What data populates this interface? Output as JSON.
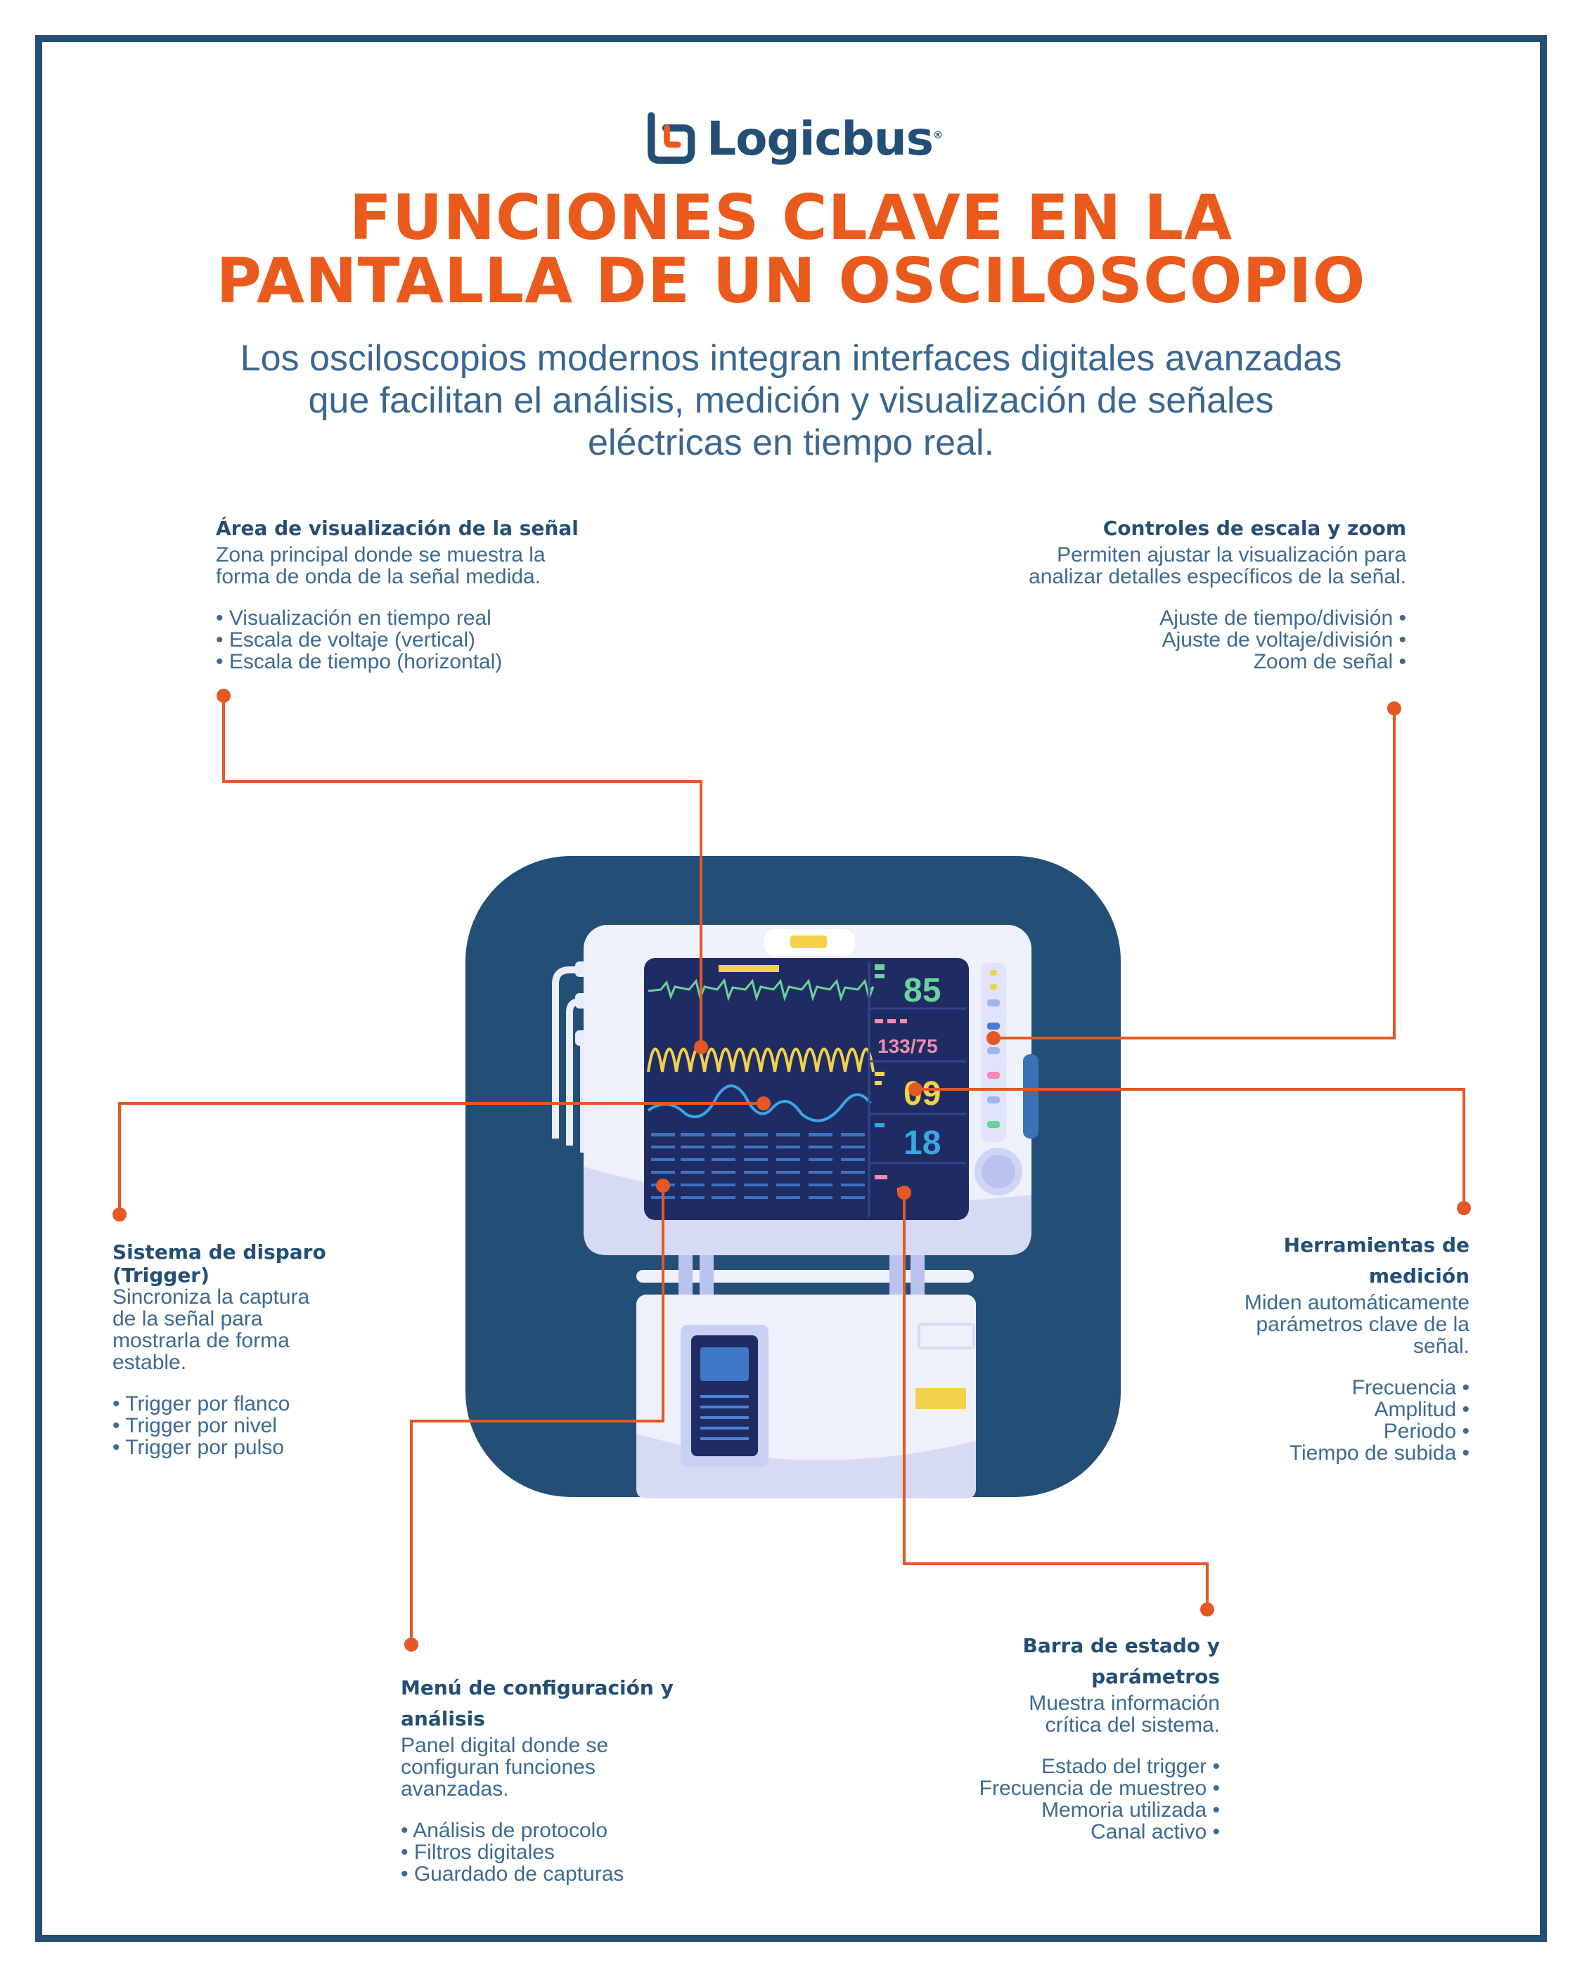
{
  "brand": {
    "name": "Logicbus",
    "mark": "®"
  },
  "title": {
    "line1": "FUNCIONES CLAVE EN LA",
    "line2": "PANTALLA DE UN OSCILOSCOPIO"
  },
  "subtitle": {
    "line1": "Los osciloscopios modernos integran interfaces digitales avanzadas",
    "line2": "que facilitan el análisis, medición y visualización de señales",
    "line3": "eléctricas en tiempo real."
  },
  "sections": {
    "signal_area": {
      "title": "Área de visualización de la señal",
      "desc": [
        "Zona principal donde se muestra la",
        "forma de onda de la señal medida."
      ],
      "items": [
        "Visualización en tiempo real",
        "Escala de voltaje (vertical)",
        "Escala de tiempo (horizontal)"
      ]
    },
    "scale_controls": {
      "title": "Controles de escala y zoom",
      "desc": [
        "Permiten ajustar la visualización para",
        "analizar detalles específicos de la señal."
      ],
      "items": [
        "Ajuste de tiempo/división",
        "Ajuste de voltaje/división",
        "Zoom de señal"
      ]
    },
    "trigger": {
      "title": [
        "Sistema de disparo",
        "(Trigger)"
      ],
      "desc": [
        "Sincroniza la captura",
        "de la señal para",
        "mostrarla de forma",
        "estable."
      ],
      "items": [
        "Trigger por flanco",
        "Trigger por nivel",
        "Trigger por pulso"
      ]
    },
    "measurement": {
      "title": [
        "Herramientas de",
        "medición"
      ],
      "desc": [
        "Miden automáticamente",
        "parámetros clave de la",
        "señal."
      ],
      "items": [
        "Frecuencia",
        "Amplitud",
        "Periodo",
        "Tiempo de subida"
      ]
    },
    "config_menu": {
      "title": [
        "Menú de configuración y",
        "análisis"
      ],
      "desc": [
        "Panel digital donde se",
        "configuran funciones",
        "avanzadas."
      ],
      "items": [
        "Análisis de protocolo",
        "Filtros digitales",
        "Guardado de capturas"
      ]
    },
    "status_bar": {
      "title": [
        "Barra de estado y",
        "parámetros"
      ],
      "desc": [
        "Muestra información",
        "crítica del sistema."
      ],
      "items": [
        "Estado del trigger",
        "Frecuencia de muestreo",
        "Memoria utilizada",
        "Canal activo"
      ]
    }
  },
  "monitor": {
    "readout1": "85",
    "readout2": "133/75",
    "readout3": "09",
    "readout4": "18"
  },
  "colors": {
    "accent": "#ea5a1c",
    "navy": "#234e76",
    "text": "#3a6690"
  }
}
